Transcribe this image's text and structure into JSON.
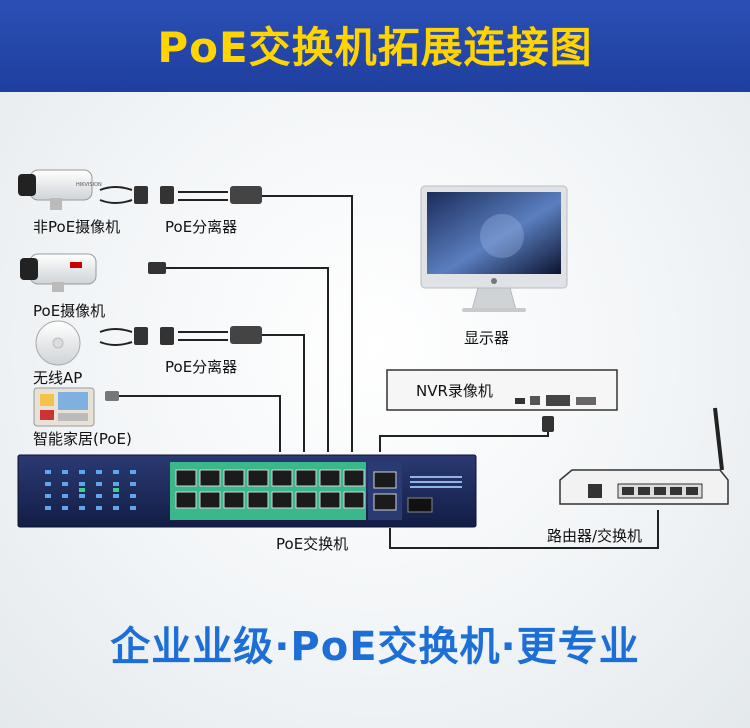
{
  "header": {
    "title": "PoE交换机拓展连接图"
  },
  "devices": {
    "non_poe_camera": "非PoE摄像机",
    "poe_splitter_1": "PoE分离器",
    "poe_camera": "PoE摄像机",
    "wireless_ap": "无线AP",
    "poe_splitter_2": "PoE分离器",
    "smart_home": "智能家居(PoE)",
    "poe_switch": "PoE交换机",
    "display": "显示器",
    "nvr": "NVR录像机",
    "router": "路由器/交换机"
  },
  "footer": {
    "slogan": "企业业级·PoE交换机·更专业"
  },
  "colors": {
    "banner": "#2345aa",
    "title": "#ffd400",
    "slogan": "#1d6fd6",
    "switch_body": "#1a2a5e",
    "port_panel": "#3bb889"
  }
}
